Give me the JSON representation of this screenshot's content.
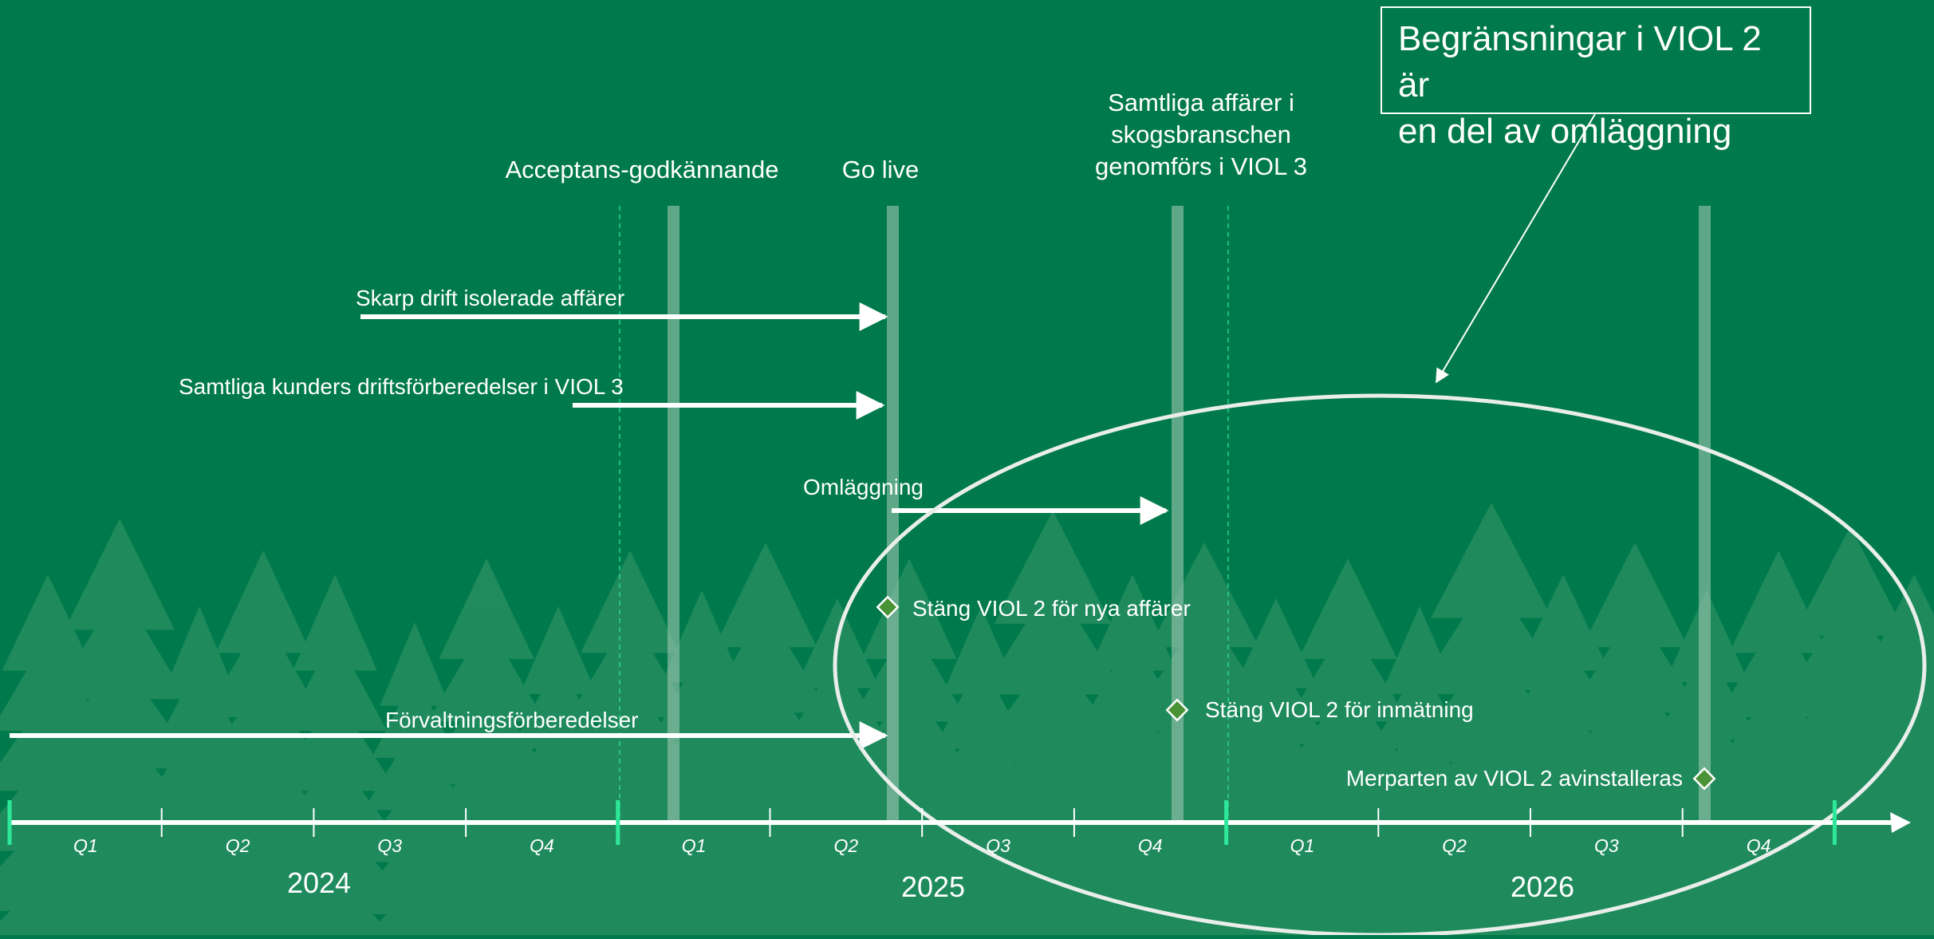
{
  "colors": {
    "background": "#007a4c",
    "tree": "#3f9c6e",
    "text": "#ffffff",
    "axis_tick_accent": "#2ee89a",
    "milestone_bar": "#9cc7b1",
    "diamond_fill": "#4a9236",
    "ellipse": "#e9eeeb"
  },
  "callout": {
    "line1": "Begränsningar i VIOL 2 är",
    "line2": "en del av omläggning"
  },
  "milestones": {
    "acceptance": "Acceptans-godkännande",
    "go_live": "Go live",
    "all_business_line1": "Samtliga affärer i",
    "all_business_line2": "skogsbranschen",
    "all_business_line3": "genomförs i VIOL 3"
  },
  "activities": {
    "skarp_drift": "Skarp drift isolerade affärer",
    "kunders_drift": "Samtliga kunders driftsförberedelser i VIOL 3",
    "omlaggning": "Omläggning",
    "forvaltning": "Förvaltningsförberedelser"
  },
  "events": {
    "close_new_business": "Stäng VIOL 2 för nya affärer",
    "close_intake": "Stäng VIOL 2 för inmätning",
    "uninstall": "Merparten av VIOL 2 avinstalleras"
  },
  "timeline": {
    "years": [
      "2024",
      "2025",
      "2026"
    ],
    "quarters": [
      "Q1",
      "Q2",
      "Q3",
      "Q4",
      "Q1",
      "Q2",
      "Q3",
      "Q4",
      "Q1",
      "Q2",
      "Q3",
      "Q4"
    ]
  }
}
